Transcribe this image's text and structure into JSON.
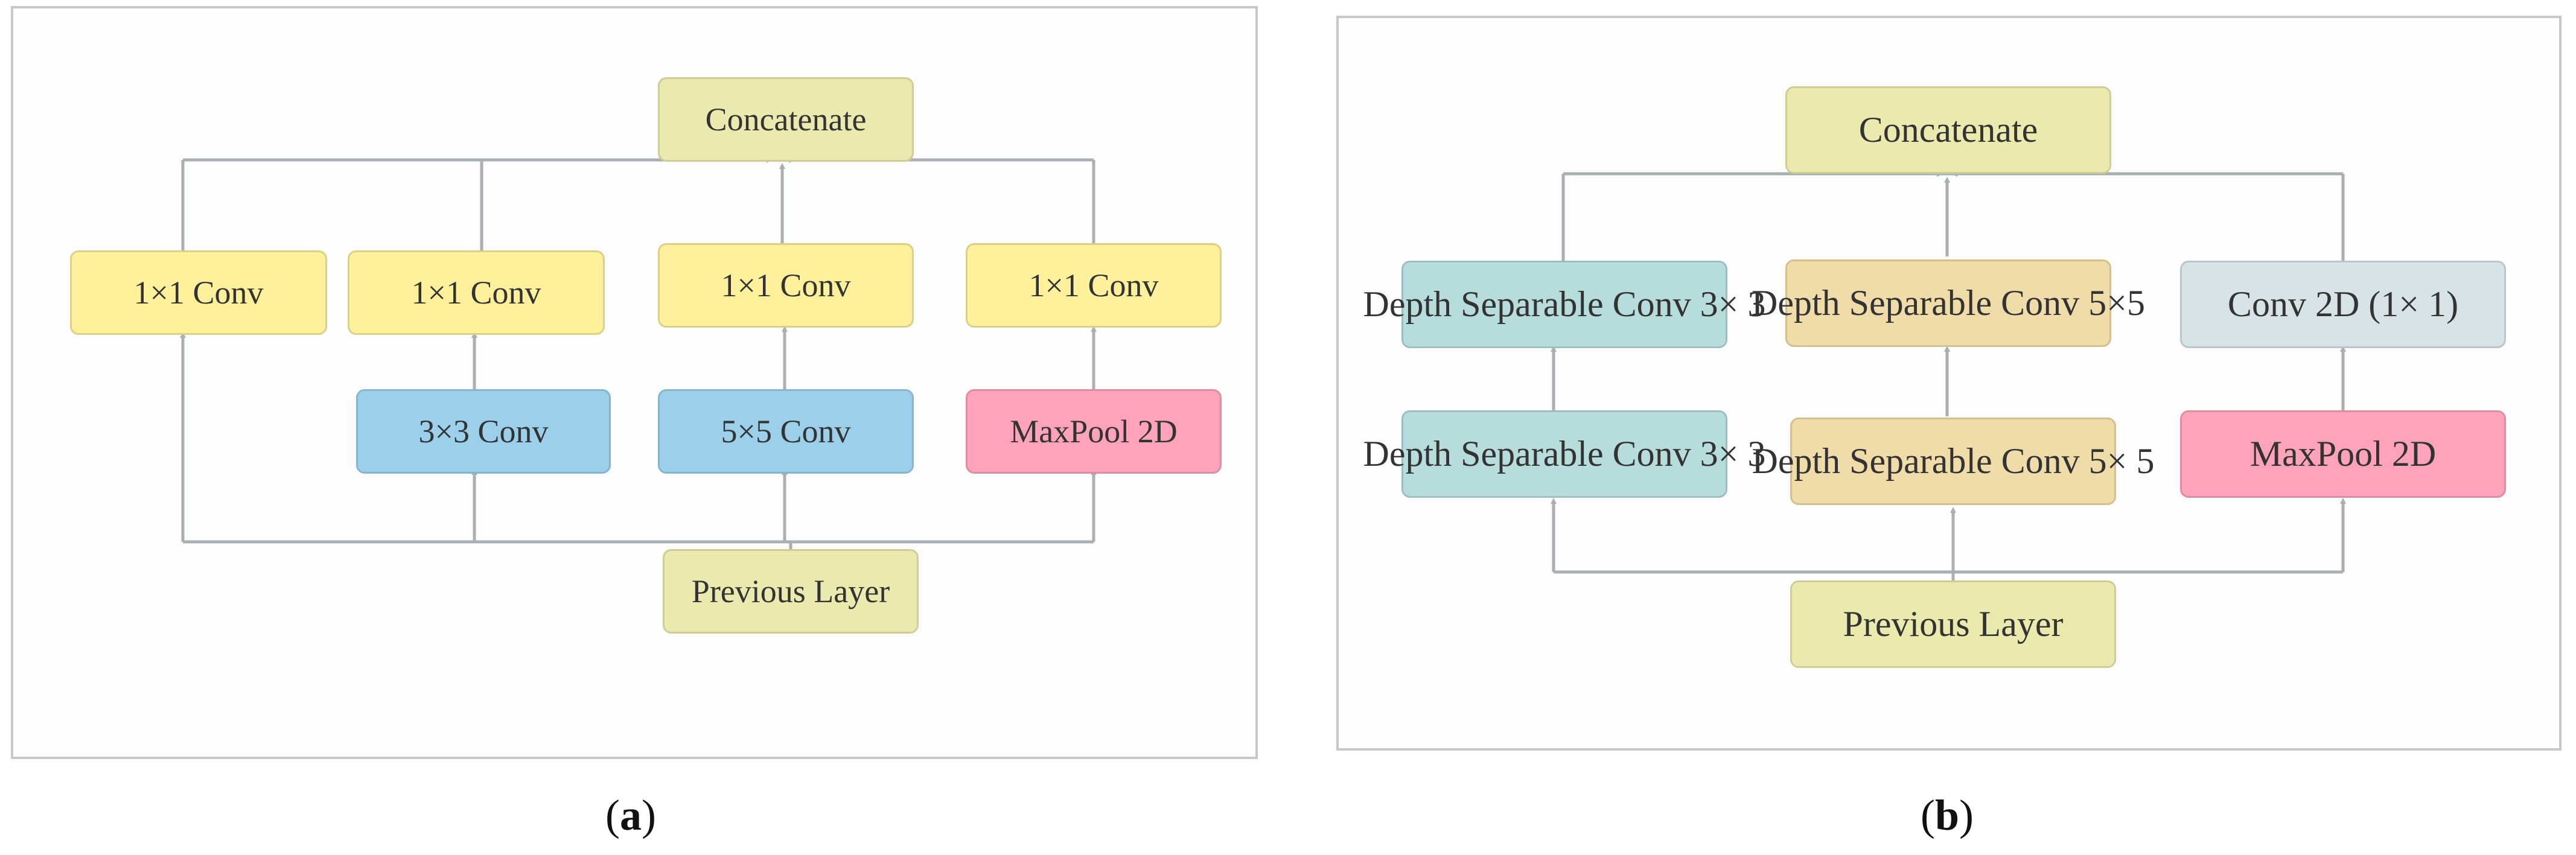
{
  "panel_a": {
    "concatenate": "Concatenate",
    "conv1x1_a": "1×1 Conv",
    "conv1x1_b": "1×1 Conv",
    "conv1x1_c": "1×1 Conv",
    "conv1x1_d": "1×1 Conv",
    "conv3x3": "3×3 Conv",
    "conv5x5": "5×5 Conv",
    "maxpool": "MaxPool 2D",
    "previous": "Previous Layer",
    "caption_open": "(",
    "caption_letter": "a",
    "caption_close": ")"
  },
  "panel_b": {
    "concatenate": "Concatenate",
    "dsc3_top": "Depth Separable Conv 3× 3",
    "dsc3_bottom": "Depth Separable Conv 3× 3",
    "dsc5_top": "Depth Separable Conv 5×5",
    "dsc5_bottom": "Depth Separable Conv 5× 5",
    "conv2d": "Conv 2D (1× 1)",
    "maxpool": "MaxPool 2D",
    "previous": "Previous Layer",
    "caption_open": "(",
    "caption_letter": "b",
    "caption_close": ")"
  },
  "colors": {
    "yellow": "#fff09c",
    "olive": "#ebeaae",
    "blue": "#9ccfea",
    "pink": "#fea3b9",
    "teal": "#b6dcdb",
    "tan": "#f0dca8",
    "gray": "#d7e3e6",
    "line": "#a9b0b3"
  }
}
